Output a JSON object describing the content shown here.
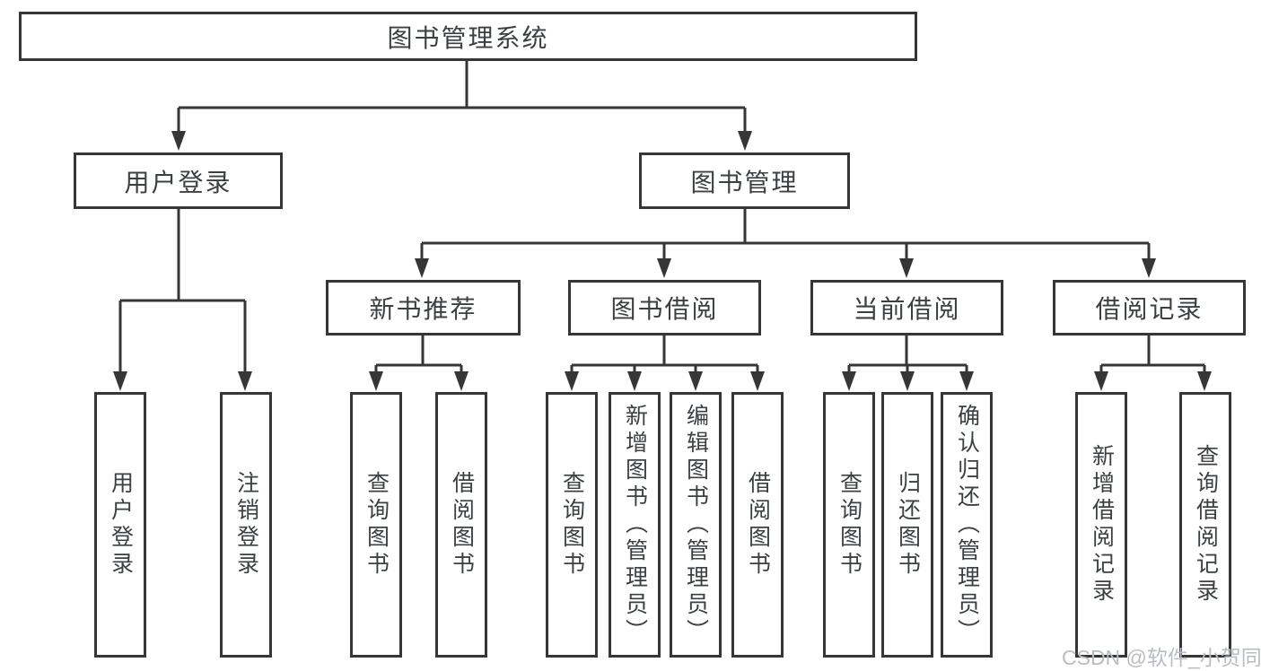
{
  "title": "图书管理系统",
  "watermark": "CSDN @软件_小贺同学",
  "colors": {
    "line": "#363636",
    "text": "#3c4043",
    "watermark": "#b9bdc3",
    "background": "#ffffff"
  },
  "nodes": {
    "root": "图书管理系统",
    "user_login": "用户登录",
    "book_mgmt": "图书管理",
    "new_books": "新书推荐",
    "book_borrow": "图书借阅",
    "current_borrow": "当前借阅",
    "borrow_records": "借阅记录",
    "leaves": {
      "user_login": [
        "用户登录",
        "注销登录"
      ],
      "new_books": [
        "查询图书",
        "借阅图书"
      ],
      "book_borrow": [
        "查询图书",
        "新增图书（管理员）",
        "编辑图书（管理员）",
        "借阅图书"
      ],
      "current_borrow": [
        "查询图书",
        "归还图书",
        "确认归还（管理员）"
      ],
      "borrow_records": [
        "新增借阅记录",
        "查询借阅记录"
      ]
    }
  }
}
